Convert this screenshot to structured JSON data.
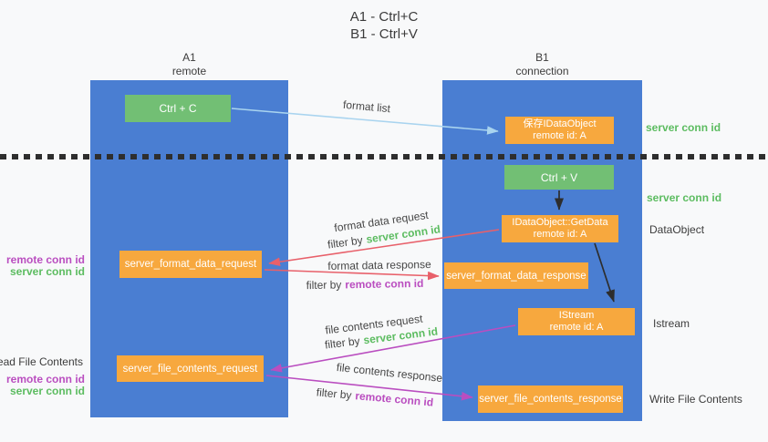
{
  "colors": {
    "lane_blue": "#4a7ed2",
    "box_green": "#72bf74",
    "box_orange": "#f7a83e",
    "text_green": "#5cbc60",
    "text_magenta": "#ba4ec0",
    "arrow_red": "#e8606a",
    "arrow_blue": "#a9d4ef",
    "arrow_black": "#2d2d2d"
  },
  "title": {
    "line1": "A1 - Ctrl+C",
    "line2": "B1 - Ctrl+V"
  },
  "lanes": {
    "a": {
      "name": "A1",
      "role": "remote"
    },
    "b": {
      "name": "B1",
      "role": "connection"
    }
  },
  "nodes": {
    "ctrl_c": {
      "label": "Ctrl + C"
    },
    "save_idataobject": {
      "line1": "保存IDataObject",
      "line2": "remote id: A"
    },
    "ctrl_v": {
      "label": "Ctrl + V"
    },
    "getdata": {
      "line1": "IDataObject::GetData",
      "line2": "remote id: A"
    },
    "format_request": {
      "label": "server_format_data_request"
    },
    "format_response": {
      "label": "server_format_data_response"
    },
    "istream": {
      "line1": "IStream",
      "line2": "remote id: A"
    },
    "file_request": {
      "label": "server_file_contents_request"
    },
    "file_response": {
      "label": "server_file_contents_response"
    }
  },
  "arrow_labels": {
    "format_list": "format list",
    "format_data_request": "format data request",
    "format_data_response": "format data response",
    "file_contents_request": "file contents request",
    "file_contents_response": "file contents response",
    "filter_by": "filter by",
    "server_conn_id": "server conn id",
    "remote_conn_id": "remote conn id"
  },
  "side_labels": {
    "server_conn_id_top": "server conn id",
    "server_conn_id_mid": "server conn id",
    "dataobject": "DataObject",
    "istream": "Istream",
    "write_file_contents": "Write File Contents",
    "read_file_contents": "Read File Contents",
    "remote_conn_id": "remote conn id",
    "server_conn_id": "server conn id"
  }
}
